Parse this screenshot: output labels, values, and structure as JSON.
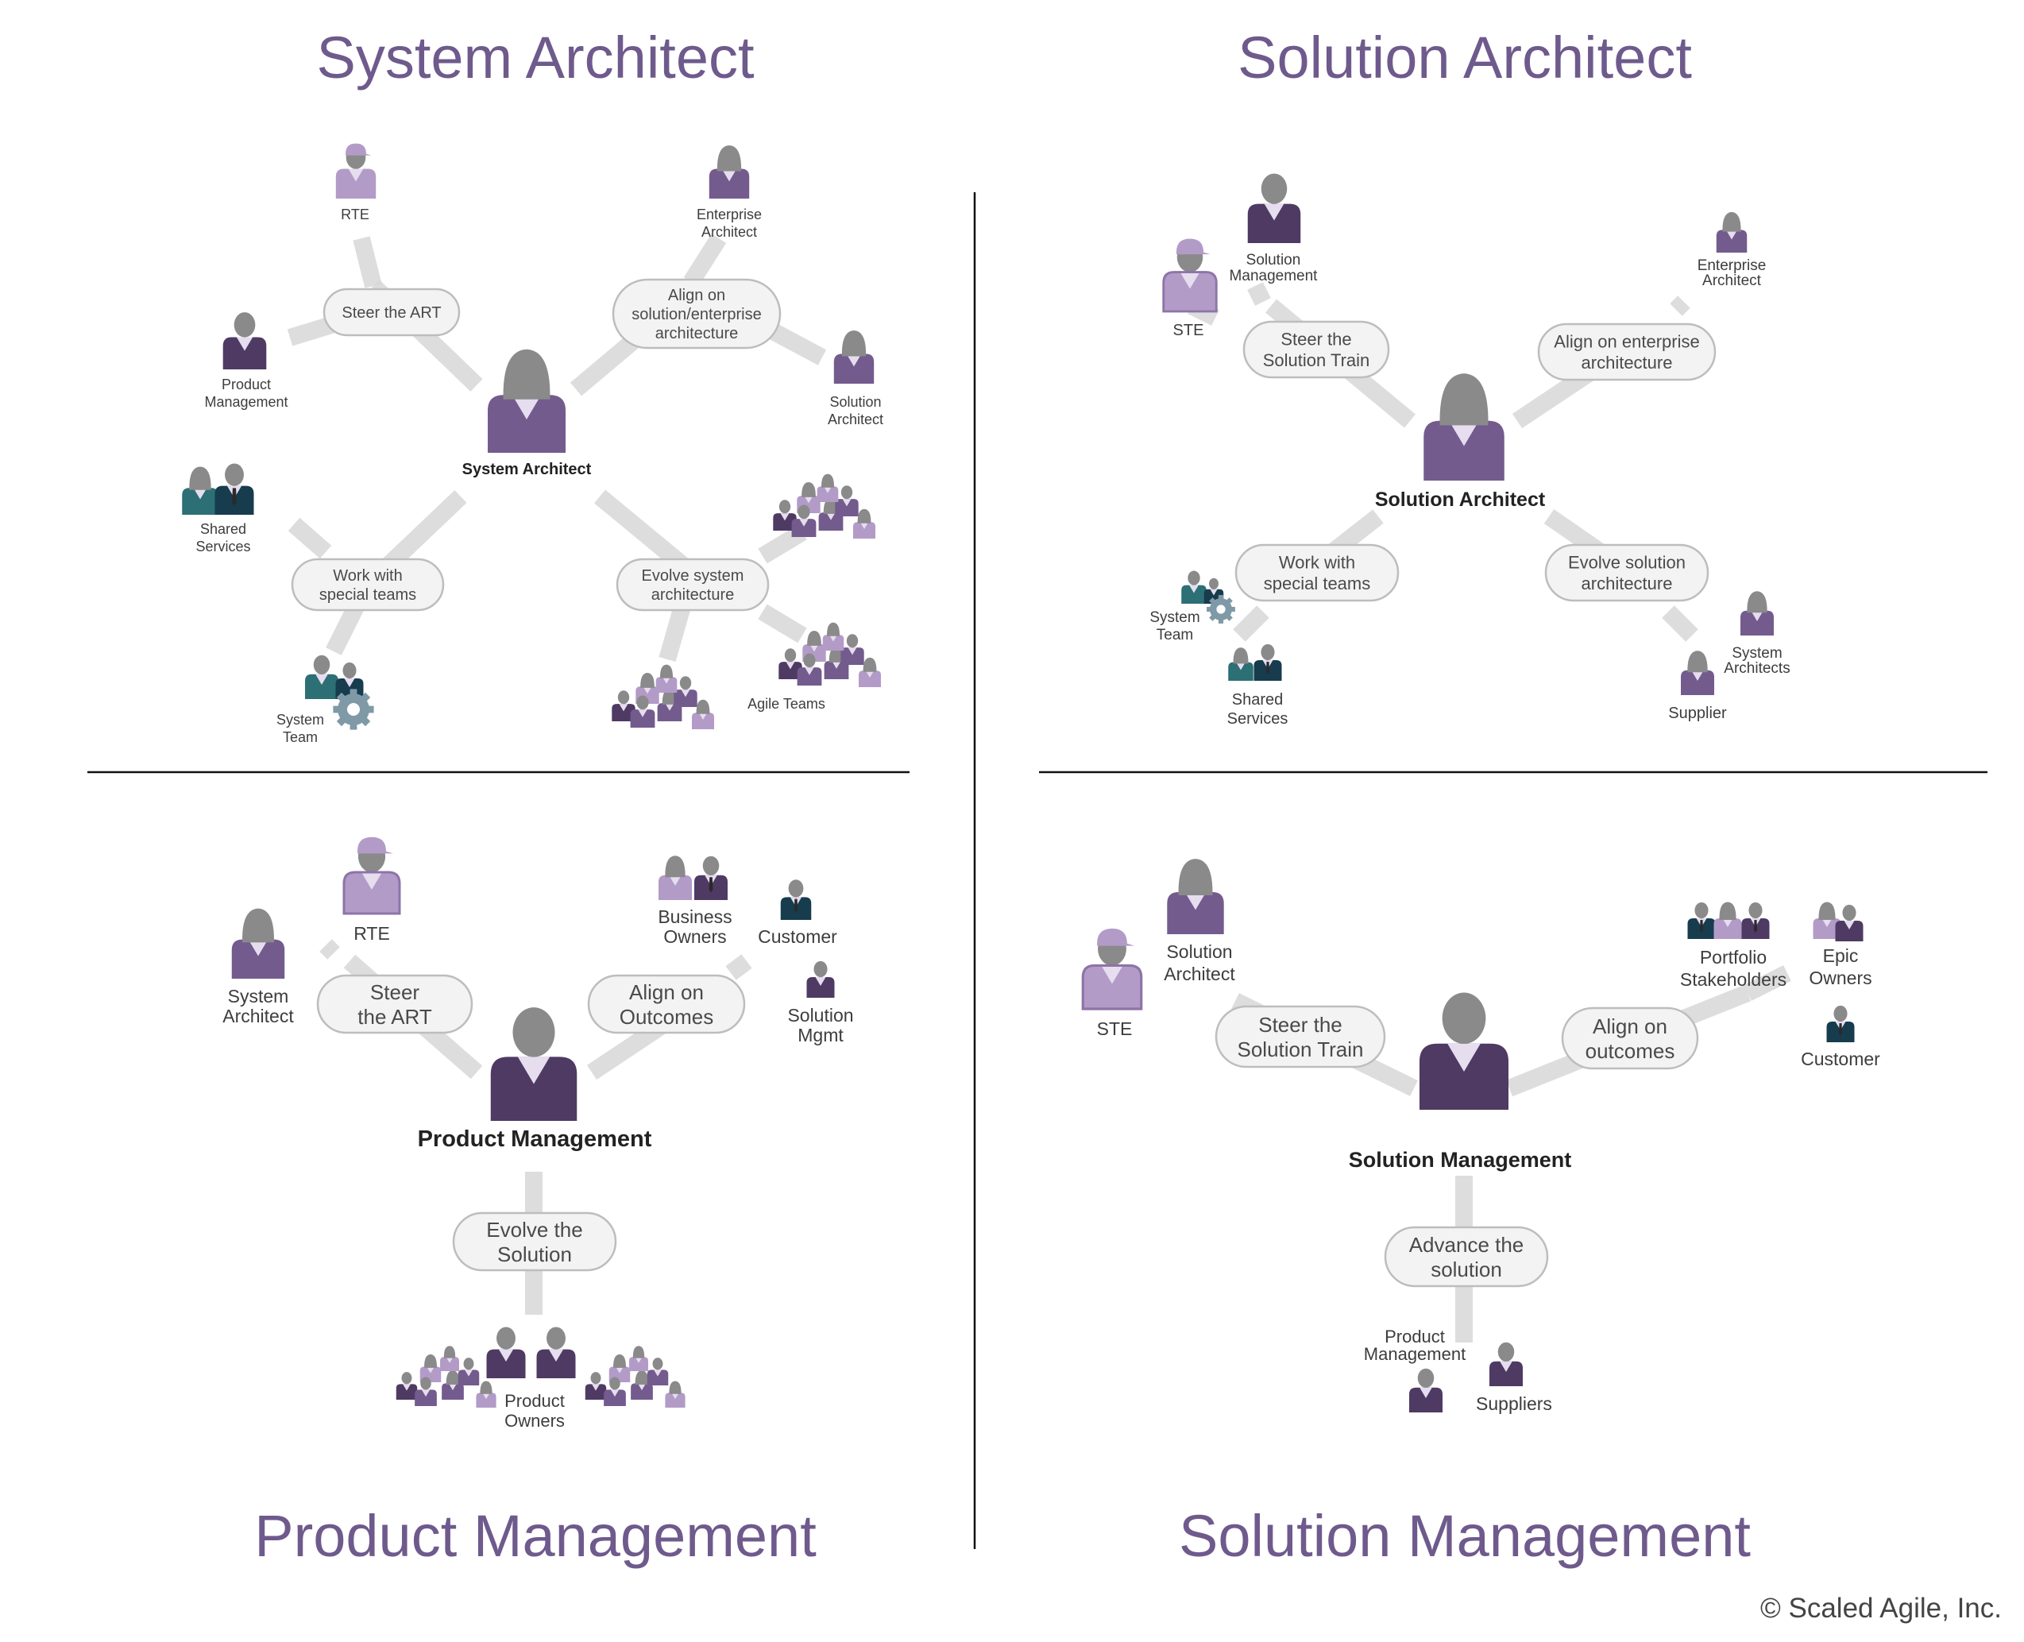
{
  "colors": {
    "title": "#6e5a8c",
    "purple_dark": "#4e3a63",
    "purple_mid": "#735b8e",
    "purple_light": "#b39bc8",
    "teal": "#2c6f74",
    "navy": "#163c4e",
    "gray_head": "#8a8a8a",
    "gear": "#7f9aa6",
    "connector": "#d8d8d8",
    "pill_fill": "#f3f3f3",
    "pill_stroke": "#bdbdbd"
  },
  "system_architect": {
    "title": "System Architect",
    "center_label": "System Architect",
    "pill_steer": [
      "Steer the ART"
    ],
    "pill_align": [
      "Align on",
      "solution/enterprise",
      "architecture"
    ],
    "pill_work": [
      "Work with",
      "special teams"
    ],
    "pill_evolve": [
      "Evolve system",
      "architecture"
    ],
    "label_rte": [
      "RTE"
    ],
    "label_ea": [
      "Enterprise",
      "Architect"
    ],
    "label_pm": [
      "Product",
      "Management"
    ],
    "label_sa": [
      "Solution",
      "Architect"
    ],
    "label_shared": [
      "Shared",
      "Services"
    ],
    "label_system_team": [
      "System",
      "Team"
    ],
    "label_agile": [
      "Agile Teams"
    ]
  },
  "solution_architect": {
    "title": "Solution Architect",
    "center_label": "Solution Architect",
    "pill_steer": [
      "Steer the",
      "Solution Train"
    ],
    "pill_align": [
      "Align on enterprise",
      "architecture"
    ],
    "pill_work": [
      "Work with",
      "special teams"
    ],
    "pill_evolve": [
      "Evolve solution",
      "architecture"
    ],
    "label_sm": [
      "Solution",
      "Management"
    ],
    "label_ste": [
      "STE"
    ],
    "label_ea": [
      "Enterprise",
      "Architect"
    ],
    "label_system_team": [
      "System",
      "Team"
    ],
    "label_shared": [
      "Shared",
      "Services"
    ],
    "label_sys_arch": [
      "System",
      "Architects"
    ],
    "label_supplier": [
      "Supplier"
    ]
  },
  "product_management": {
    "title": "Product Management",
    "center_label": "Product Management",
    "pill_steer": [
      "Steer",
      "the ART"
    ],
    "pill_align": [
      "Align on",
      "Outcomes"
    ],
    "pill_evolve": [
      "Evolve the",
      "Solution"
    ],
    "label_sys_arch": [
      "System",
      "Architect"
    ],
    "label_rte": [
      "RTE"
    ],
    "label_bo": [
      "Business",
      "Owners"
    ],
    "label_customer": [
      "Customer"
    ],
    "label_sol_mgmt": [
      "Solution",
      "Mgmt"
    ],
    "label_po": [
      "Product",
      "Owners"
    ]
  },
  "solution_management": {
    "title": "Solution Management",
    "center_label": "Solution Management",
    "pill_steer": [
      "Steer the",
      "Solution Train"
    ],
    "pill_align": [
      "Align on",
      "outcomes"
    ],
    "pill_advance": [
      "Advance the",
      "solution"
    ],
    "label_sa": [
      "Solution",
      "Architect"
    ],
    "label_ste": [
      "STE"
    ],
    "label_portfolio": [
      "Portfolio",
      "Stakeholders"
    ],
    "label_epic": [
      "Epic",
      "Owners"
    ],
    "label_customer": [
      "Customer"
    ],
    "label_pm": [
      "Product",
      "Management"
    ],
    "label_suppliers": [
      "Suppliers"
    ]
  },
  "copyright": "© Scaled Agile, Inc."
}
